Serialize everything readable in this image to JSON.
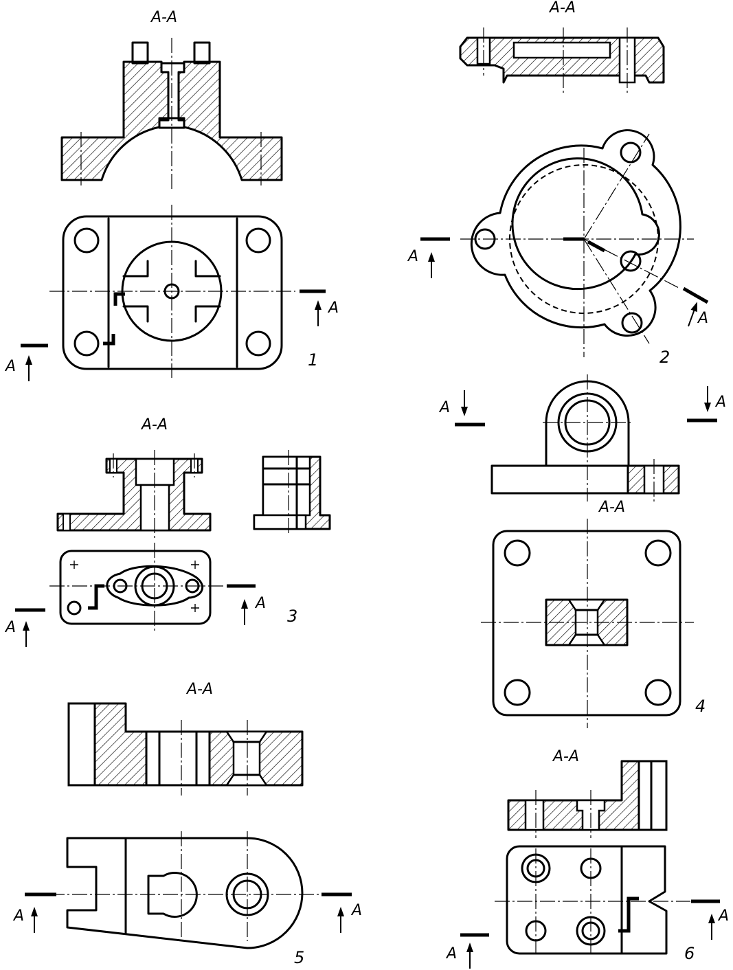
{
  "figures": [
    {
      "number": "1",
      "section_title": "A-A",
      "cut_label": "A"
    },
    {
      "number": "2",
      "section_title": "A-A",
      "cut_label": "A"
    },
    {
      "number": "3",
      "section_title": "A-A",
      "cut_label": "A"
    },
    {
      "number": "4",
      "section_title": "A-A",
      "cut_label": "A"
    },
    {
      "number": "5",
      "section_title": "A-A",
      "cut_label": "A"
    },
    {
      "number": "6",
      "section_title": "A-A",
      "cut_label": "A"
    }
  ],
  "colors": {
    "ink": "#000000",
    "paper": "#ffffff"
  }
}
